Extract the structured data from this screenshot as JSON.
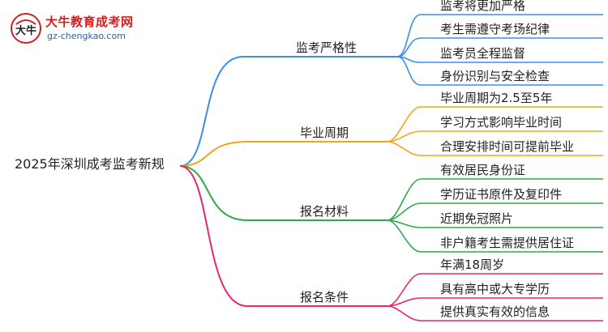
{
  "logo": {
    "mark_glyph": "大牛",
    "title": "大牛教育成考网",
    "url": "gz-chengkao.com",
    "colors": {
      "title": "#d21f1f",
      "url": "#2b5fa5"
    }
  },
  "root": {
    "label": "2025年深圳成考监考新规"
  },
  "branches": [
    {
      "label": "监考严格性",
      "color": "#3b8fe6",
      "leaves": [
        "监考将更加严格",
        "考生需遵守考场纪律",
        "监考员全程监督",
        "身份识别与安全检查"
      ]
    },
    {
      "label": "毕业周期",
      "color": "#f2a51a",
      "leaves": [
        "毕业周期为2.5至5年",
        "学习方式影响毕业时间",
        "合理安排时间可提前毕业"
      ]
    },
    {
      "label": "报名材料",
      "color": "#2eaa4c",
      "leaves": [
        "有效居民身份证",
        "学历证书原件及复印件",
        "近期免冠照片",
        "非户籍考生需提供居住证"
      ]
    },
    {
      "label": "报名条件",
      "color": "#e8266e",
      "leaves": [
        "年满18周岁",
        "具有高中或大专学历",
        "提供真实有效的信息"
      ]
    }
  ]
}
